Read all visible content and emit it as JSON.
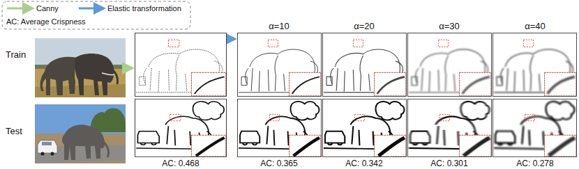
{
  "diagram": {
    "labels": [
      "Train",
      "Test",
      "α=10",
      "α=20",
      "α=30",
      "α=40",
      "AC: 0.468",
      "AC: 0.365",
      "AC: 0.342",
      "AC: 0.301",
      "AC: 0.278"
    ],
    "legend": [
      {
        "text": "Canny"
      },
      {
        "text": "Elastic transformation"
      },
      {
        "text": "AC: Average Crispness"
      }
    ]
  }
}
